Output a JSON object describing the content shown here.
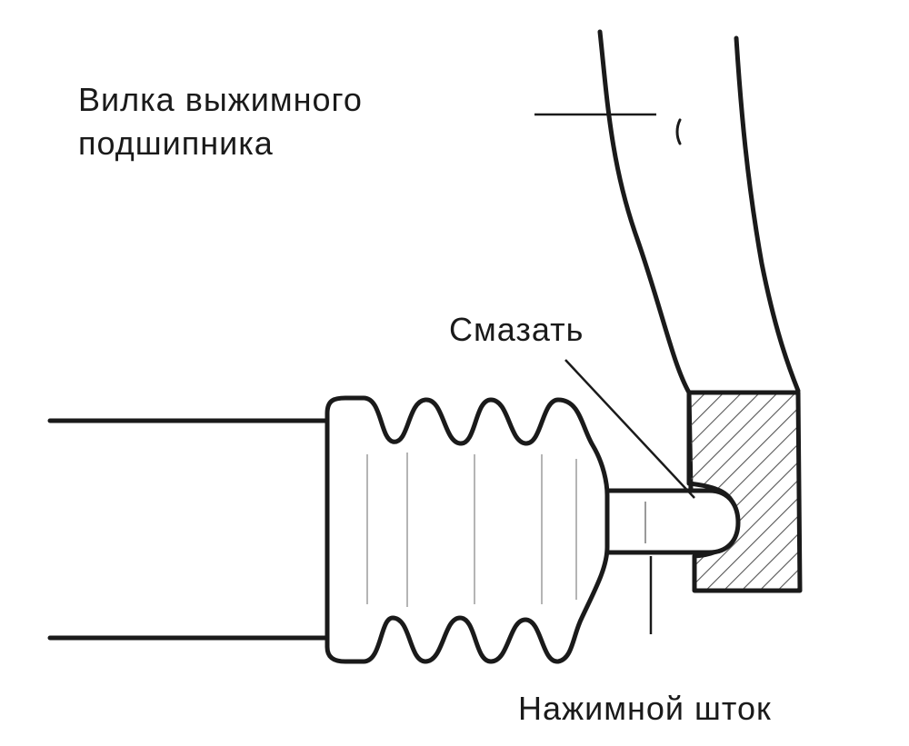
{
  "labels": {
    "fork_line1": "Вилка выжимного",
    "fork_line2": "подшипника",
    "lubricate": "Смазать",
    "push_rod": "Нажимной шток"
  },
  "colors": {
    "ink": "#1a1a1a",
    "background": "#ffffff",
    "hatch": "#555555"
  }
}
